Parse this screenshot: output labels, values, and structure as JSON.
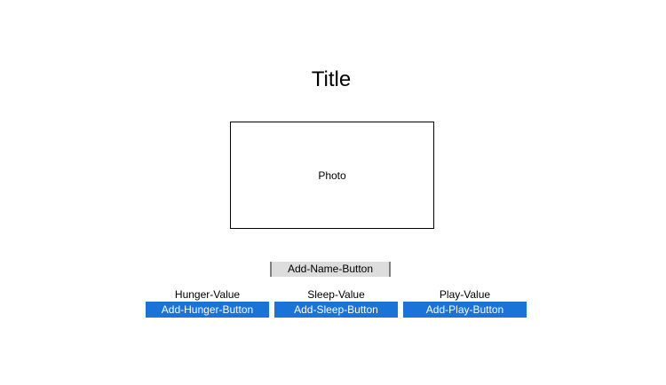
{
  "header": {
    "title": "Title"
  },
  "photo": {
    "label": "Photo"
  },
  "name_button": {
    "label": "Add-Name-Button"
  },
  "stats": {
    "hunger": {
      "value_label": "Hunger-Value",
      "button_label": "Add-Hunger-Button"
    },
    "sleep": {
      "value_label": "Sleep-Value",
      "button_label": "Add-Sleep-Button"
    },
    "play": {
      "value_label": "Play-Value",
      "button_label": "Add-Play-Button"
    }
  },
  "colors": {
    "primary_button": "#1a73d9",
    "secondary_button": "#dddddd"
  }
}
